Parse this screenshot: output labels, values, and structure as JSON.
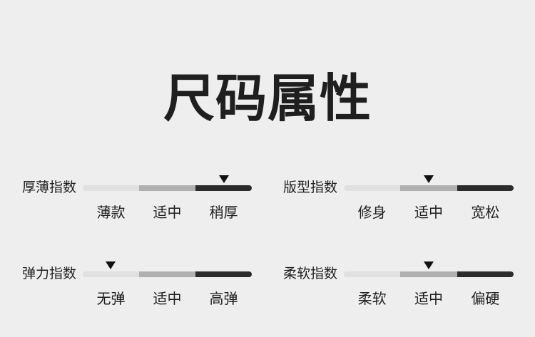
{
  "page": {
    "title": "尺码属性",
    "background_color": "#eeeeee",
    "text_color": "#1f1f1f"
  },
  "colors": {
    "segment_low": "#e0e0e0",
    "segment_mid": "#b0b0b0",
    "segment_high": "#2b2b2b",
    "marker": "#111111"
  },
  "chart_data": {
    "type": "table",
    "title": "尺码属性",
    "legend_position": "none",
    "indicators": [
      {
        "name": "厚薄指数",
        "levels": [
          "薄款",
          "适中",
          "稍厚"
        ],
        "selected": "稍厚",
        "selected_index": 2
      },
      {
        "name": "版型指数",
        "levels": [
          "修身",
          "适中",
          "宽松"
        ],
        "selected": "适中",
        "selected_index": 1
      },
      {
        "name": "弹力指数",
        "levels": [
          "无弹",
          "适中",
          "高弹"
        ],
        "selected": "无弹",
        "selected_index": 0
      },
      {
        "name": "柔软指数",
        "levels": [
          "柔软",
          "适中",
          "偏硬"
        ],
        "selected": "适中",
        "selected_index": 1
      }
    ]
  }
}
